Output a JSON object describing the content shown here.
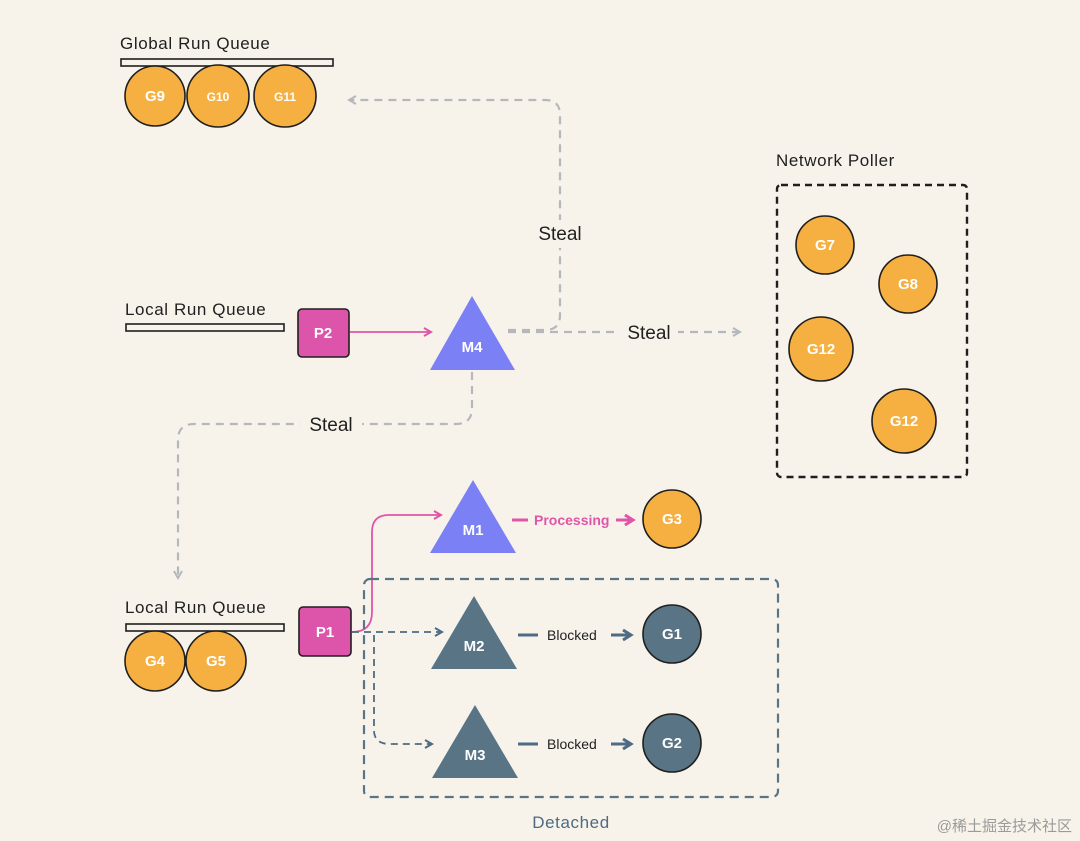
{
  "global_queue": {
    "title": "Global Run Queue",
    "goroutines": [
      "G9",
      "G10",
      "G11"
    ]
  },
  "local_queue_top": {
    "title": "Local Run Queue",
    "processor": "P2",
    "machine": "M4"
  },
  "local_queue_bottom": {
    "title": "Local Run Queue",
    "processor": "P1",
    "goroutines": [
      "G4",
      "G5"
    ]
  },
  "network_poller": {
    "title": "Network Poller",
    "goroutines": [
      "G7",
      "G8",
      "G12",
      "G12"
    ]
  },
  "steal_labels": {
    "to_global": "Steal",
    "to_poller": "Steal",
    "to_local": "Steal"
  },
  "running": {
    "machine": "M1",
    "action": "Processing",
    "goroutine": "G3"
  },
  "detached": {
    "title": "Detached",
    "rows": [
      {
        "machine": "M2",
        "action": "Blocked",
        "goroutine": "G1"
      },
      {
        "machine": "M3",
        "action": "Blocked",
        "goroutine": "G2"
      }
    ]
  },
  "watermark": "@稀土掘金技术社区",
  "colors": {
    "background": "#f8f3ea",
    "goroutine_ready": "#f5b041",
    "goroutine_blocked": "#587485",
    "processor": "#dd55aa",
    "machine_active": "#7b80f5",
    "machine_blocked": "#587485",
    "steal_arrow": "#b4b8bd",
    "processing_arrow": "#e055a8"
  }
}
